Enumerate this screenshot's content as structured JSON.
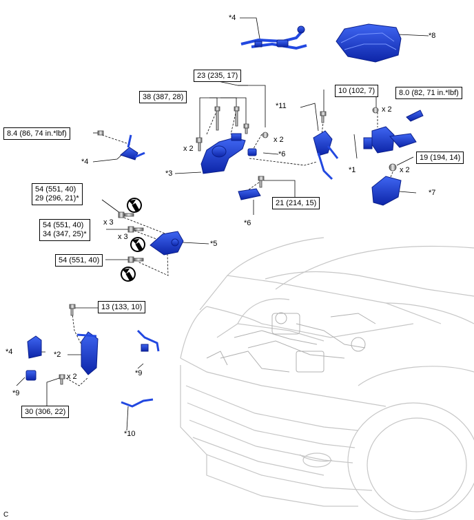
{
  "figure_code": "C",
  "callouts": {
    "c4_top": "*4",
    "c8": "*8",
    "c11": "*11",
    "c4_left": "*4",
    "c6_a": "*6",
    "c3": "*3",
    "c1": "*1",
    "c7": "*7",
    "c6_b": "*6",
    "c5": "*5",
    "c4_bottom": "*4",
    "c2": "*2",
    "c9_left": "*9",
    "c9_right": "*9",
    "c10": "*10"
  },
  "torques": {
    "t23": "23 (235, 17)",
    "t38": "38 (387, 28)",
    "t10": "10 (102, 7)",
    "t8_0": "8.0 (82, 71 in.*lbf)",
    "t8_4": "8.4 (86, 74 in.*lbf)",
    "t19": "19 (194, 14)",
    "t21": "21 (214, 15)",
    "t54a_1": "54 (551, 40)",
    "t54a_2": "29 (296, 21)*",
    "t54b_1": "54 (551, 40)",
    "t54b_2": "34 (347, 25)*",
    "t54c": "54 (551, 40)",
    "t13": "13 (133, 10)",
    "t30": "30 (306, 22)"
  },
  "quantities": {
    "q_x2_38": "x 2",
    "q_x2_23": "x 2",
    "q_x2_8": "x 2",
    "q_x2_19": "x 2",
    "q_x3_a": "x 3",
    "q_x3_b": "x 3",
    "q_x2_30": "x 2"
  },
  "colors": {
    "part_blue": "#1a3fd6",
    "part_dark": "#0b1f8a",
    "vehicle_line": "#c9c9c9",
    "bolt": "#7a7a7a"
  }
}
